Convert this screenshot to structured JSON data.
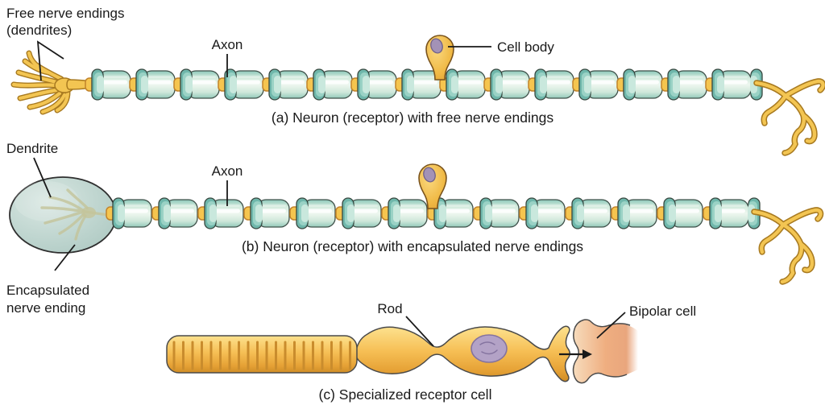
{
  "panel_a": {
    "caption": "(a) Neuron (receptor) with free nerve endings",
    "label_free_nerve_endings_line1": "Free nerve endings",
    "label_free_nerve_endings_line2": "(dendrites)",
    "label_axon": "Axon",
    "label_cell_body": "Cell body"
  },
  "panel_b": {
    "caption": "(b) Neuron (receptor) with encapsulated nerve endings",
    "label_dendrite": "Dendrite",
    "label_axon": "Axon",
    "label_encapsulated_line1": "Encapsulated",
    "label_encapsulated_line2": "nerve ending"
  },
  "panel_c": {
    "caption": "(c) Specialized receptor cell",
    "label_rod": "Rod",
    "label_bipolar_cell": "Bipolar cell"
  },
  "colors": {
    "background": "#ffffff",
    "myelin_sleeve": "#6fb7ab",
    "myelin_body_light": "#eef7ef",
    "axon_yellow": "#f5c54f",
    "axon_outline": "#c2832a",
    "cell_body_outline": "#7a531c",
    "nucleus_purple": "#a392b6",
    "capsule_teal": "#bdd4ce",
    "capsule_outline": "#2f2f2f",
    "rod_gold": "#f6bf55",
    "rod_ridge": "#c98c2d",
    "bipolar_peach": "#efae80",
    "label_text": "#1a1a1a"
  }
}
